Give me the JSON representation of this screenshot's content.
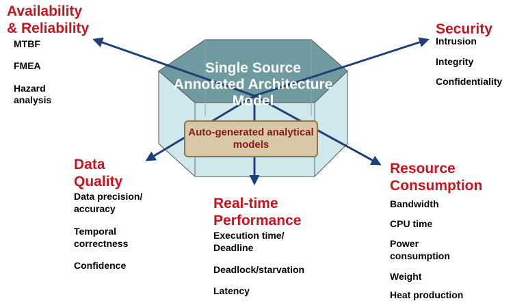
{
  "center": {
    "title": "Single Source Annotated Architecture Model",
    "inner": "Auto-generated analytical models"
  },
  "availability": {
    "heading_1": "Availability",
    "heading_2": "& Reliability",
    "items": [
      "MTBF",
      "FMEA",
      "Hazard",
      "analysis"
    ]
  },
  "security": {
    "heading": "Security",
    "items": [
      "Intrusion",
      "Integrity",
      "Confidentiality"
    ]
  },
  "data_quality": {
    "heading_1": "Data",
    "heading_2": "Quality",
    "items": [
      "Data precision/",
      "accuracy",
      "Temporal",
      "correctness",
      "Confidence"
    ]
  },
  "realtime": {
    "heading_1": "Real-time",
    "heading_2": "Performance",
    "items": [
      "Execution time/",
      "Deadline",
      "Deadlock/starvation",
      "Latency"
    ]
  },
  "resource": {
    "heading_1": "Resource",
    "heading_2": "Consumption",
    "items": [
      "Bandwidth",
      "CPU time",
      "Power",
      "consumption",
      "Weight",
      "Heat production"
    ]
  },
  "colors": {
    "heading": "#c8141e",
    "arrow": "#1f3f77",
    "box_fill": "#d8c8a8",
    "box_text": "#8b1818"
  }
}
